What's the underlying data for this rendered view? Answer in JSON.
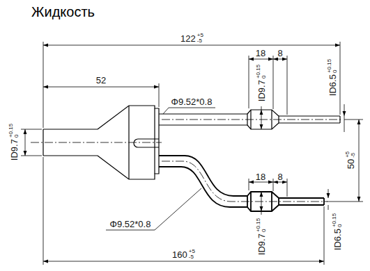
{
  "diagram": {
    "title": "Жидкость",
    "labels": [
      "122",
      "+5",
      "-5",
      "52",
      "18",
      "8",
      "ID9.7",
      "+0.15",
      "0",
      "Φ9.52*0.8",
      "ID9.7",
      "+0.15",
      "0",
      "ID6.5",
      "+0.15",
      "0",
      "50",
      "+5",
      "-5",
      "18",
      "8",
      "Φ9.52*0.8",
      "ID9.7",
      "+0.15",
      "0",
      "ID6.5",
      "+0.15",
      "0",
      "160",
      "+5",
      "-5"
    ]
  }
}
